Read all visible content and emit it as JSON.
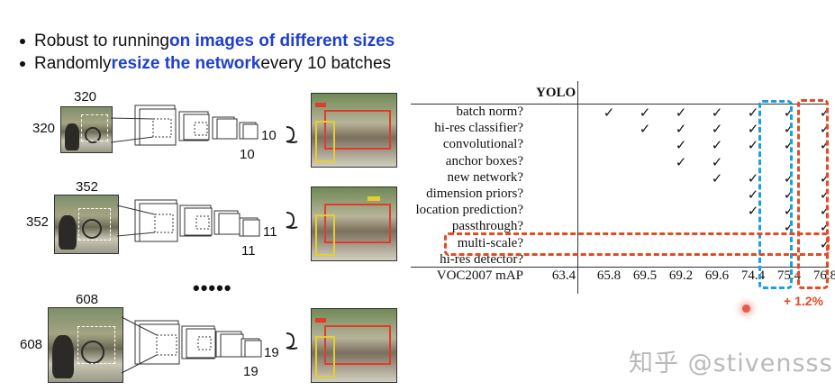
{
  "bullets": [
    {
      "pre": "Robust to running ",
      "hl": "on images of different sizes",
      "post": ""
    },
    {
      "pre": "Randomly ",
      "hl": "resize the network",
      "post": " every 10 batches"
    }
  ],
  "rows": [
    {
      "top_label": "320",
      "side_label": "320",
      "grid_label": "10",
      "grid_label2": "10"
    },
    {
      "top_label": "352",
      "side_label": "352",
      "grid_label": "11",
      "grid_label2": "11"
    },
    {
      "top_label": "608",
      "side_label": "608",
      "grid_label": "19",
      "grid_label2": "19"
    }
  ],
  "ellipsis": "•••••",
  "table": {
    "header": "YOLO",
    "check": "✓",
    "rows": [
      {
        "name": "batch norm?",
        "checks": [
          1,
          2,
          3,
          4,
          5,
          6,
          7
        ]
      },
      {
        "name": "hi-res classifier?",
        "checks": [
          2,
          3,
          4,
          5,
          6,
          7
        ]
      },
      {
        "name": "convolutional?",
        "checks": [
          3,
          4,
          5,
          6,
          7
        ]
      },
      {
        "name": "anchor boxes?",
        "checks": [
          3,
          4
        ]
      },
      {
        "name": "new network?",
        "checks": [
          4,
          5,
          6,
          7
        ]
      },
      {
        "name": "dimension priors?",
        "checks": [
          5,
          6,
          7
        ]
      },
      {
        "name": "location prediction?",
        "checks": [
          5,
          6,
          7
        ]
      },
      {
        "name": "passthrough?",
        "checks": [
          6,
          7
        ]
      },
      {
        "name": "multi-scale?",
        "checks": [
          7
        ]
      },
      {
        "name": "hi-res detector?",
        "checks": []
      }
    ],
    "map_label": "VOC2007 mAP",
    "map_values": [
      "63.4",
      "65.8",
      "69.5",
      "69.2",
      "69.6",
      "74.4",
      "75.4",
      "76.8"
    ]
  },
  "gain": "+ 1.2%",
  "watermark": "知乎 @stivensss",
  "colors": {
    "highlight": "#1f3fd0",
    "blue_dash": "#1aa0dd",
    "red_dash": "#e34b27"
  }
}
